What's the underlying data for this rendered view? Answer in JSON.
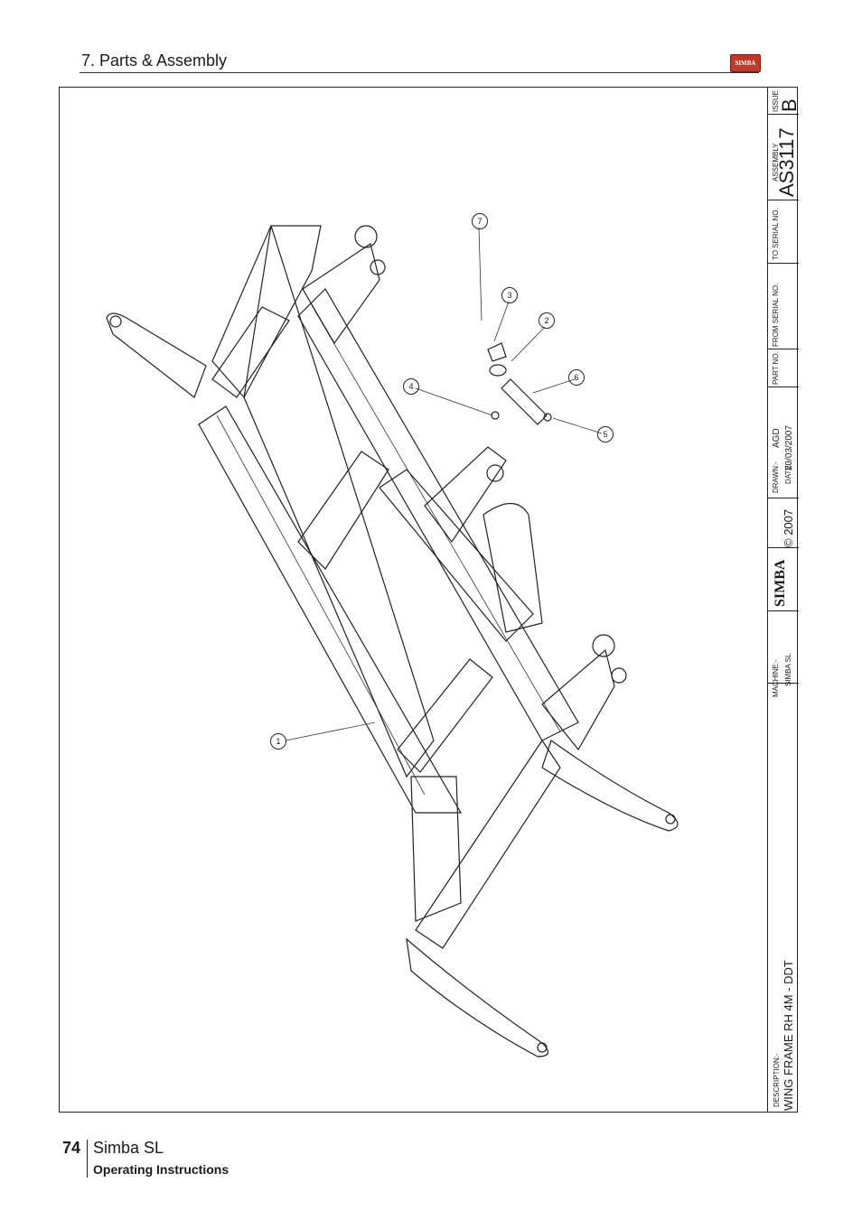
{
  "header": {
    "section_title": "7. Parts & Assembly",
    "logo_text": "SIMBA"
  },
  "title_block": {
    "issue_label": "ISSUE",
    "issue_value": "B",
    "assembly_label": "ASSEMBLY",
    "assembly_value": "AS3117",
    "to_serial_label": "TO SERIAL NO.",
    "from_serial_label": "FROM SERIAL NO.",
    "part_no_label": "PART NO.",
    "drawn_label": "DRAWN:-",
    "drawn_value": "AGD",
    "date_label": "DATE:-",
    "date_value": "20/03/2007",
    "brand": "SIMBA",
    "copyright": "© 2007",
    "machine_label": "MACHINE:-",
    "machine_value": "SIMBA SL",
    "description_label": "DESCRIPTION:-",
    "description_value": "WING FRAME  RH 4M - DDT"
  },
  "balloons": [
    "7",
    "3",
    "2",
    "6",
    "4",
    "5",
    "1"
  ],
  "footer": {
    "page_number": "74",
    "model": "Simba SL",
    "subtitle": "Operating Instructions"
  }
}
